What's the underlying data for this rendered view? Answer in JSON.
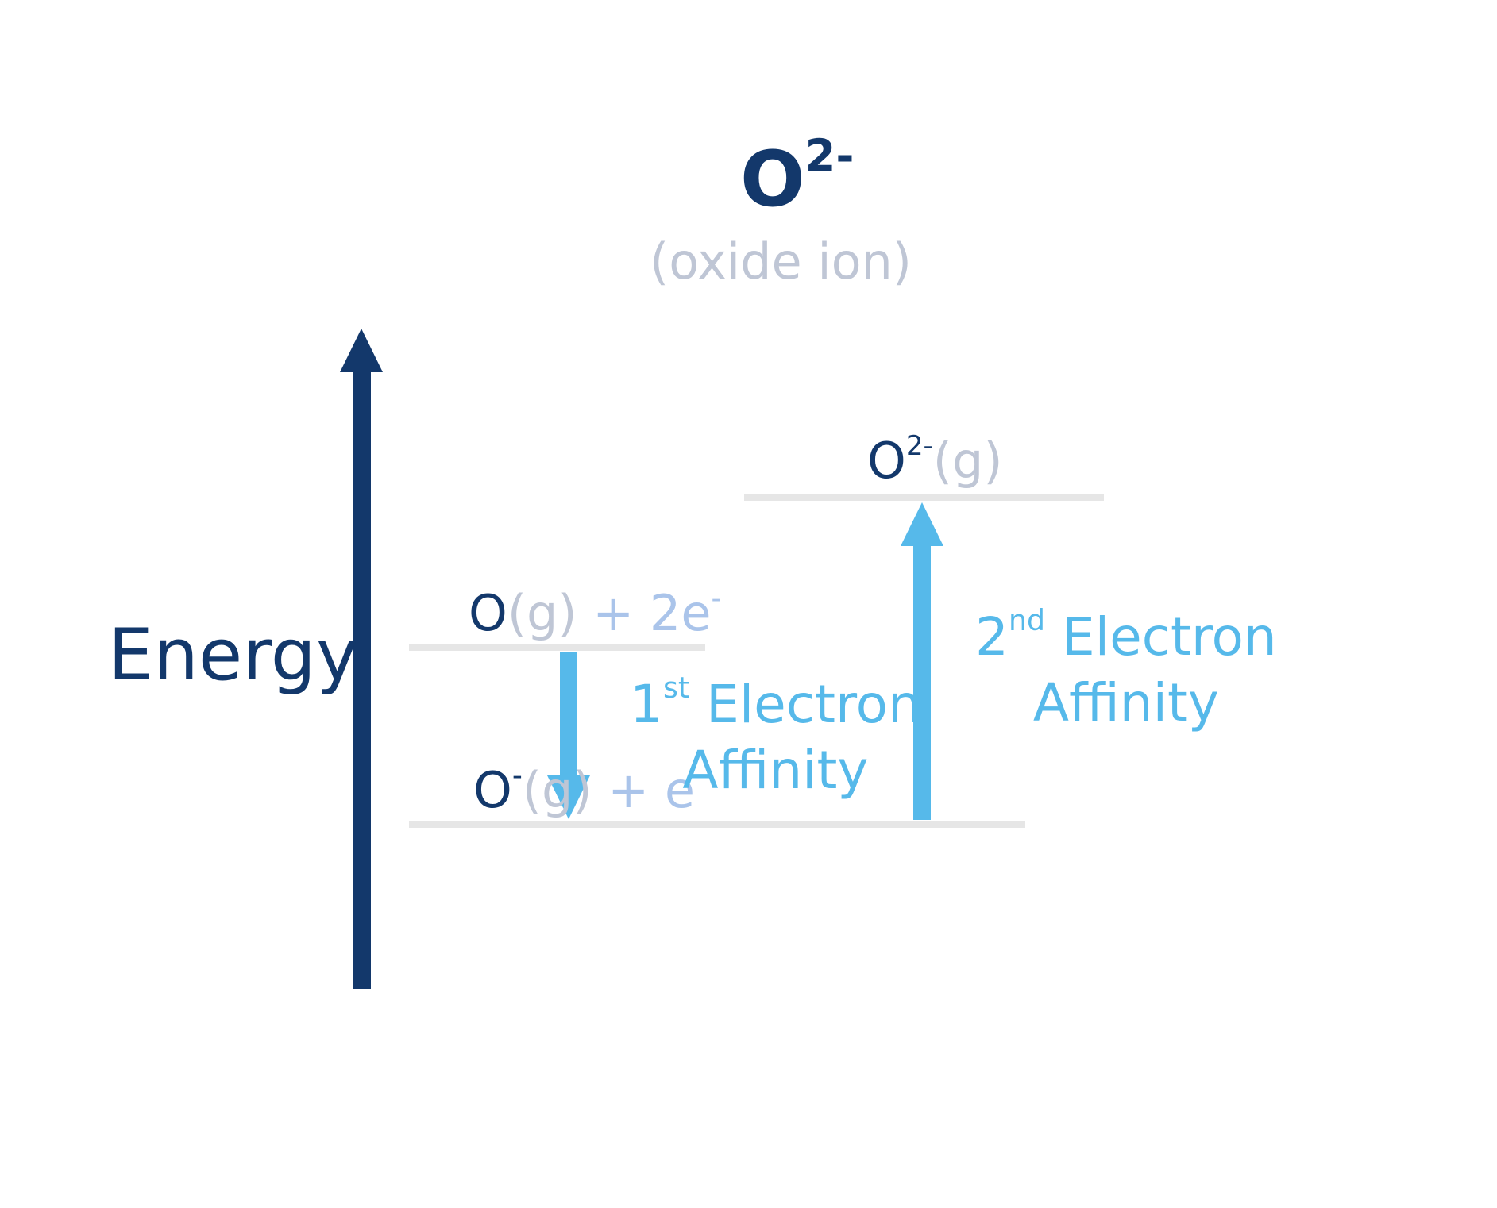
{
  "title": {
    "symbol": "O",
    "charge": "2-"
  },
  "subtitle": "(oxide ion)",
  "axis": {
    "label": "Energy"
  },
  "levels": {
    "middle": {
      "species": "O",
      "state": "(g)",
      "rest": " + 2e",
      "charge": "-"
    },
    "lower": {
      "species": "O",
      "charge": "-",
      "state": "(g)",
      "rest": " + e",
      "rest_charge": "-"
    },
    "top": {
      "species": "O",
      "charge": "2-",
      "state": "(g)"
    }
  },
  "transitions": {
    "first": {
      "ordinal": "1",
      "suffix": "st",
      "line1": " Electron",
      "line2": "Affinity"
    },
    "second": {
      "ordinal": "2",
      "suffix": "nd",
      "line1": " Electron",
      "line2": "Affinity"
    }
  },
  "colors": {
    "navy": "#13386b",
    "grey": "#bfc6d5",
    "light_blue": "#aac4ea",
    "arrow_blue": "#56b9ea",
    "level_line": "#e6e6e6"
  }
}
